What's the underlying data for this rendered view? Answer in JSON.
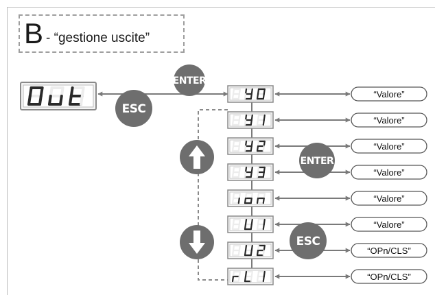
{
  "title": {
    "letter": "B",
    "text": "- “gestione uscite”"
  },
  "main_display": {
    "code": "Out"
  },
  "buttons": {
    "enter": "ENTER",
    "esc": "ESC"
  },
  "icons": {
    "up": "arrow-up-icon",
    "down": "arrow-down-icon"
  },
  "menu": [
    {
      "code": "Y0",
      "value": "“Valore”"
    },
    {
      "code": "Y1",
      "value": "“Valore”"
    },
    {
      "code": "Y2",
      "value": "“Valore”"
    },
    {
      "code": "Y3",
      "value": "“Valore”"
    },
    {
      "code": "ion",
      "value": "“Valore”"
    },
    {
      "code": "U1",
      "value": "“Valore”"
    },
    {
      "code": "U2",
      "value": "“OPn/CLS”"
    },
    {
      "code": "rL1",
      "value": "“OPn/CLS”"
    }
  ],
  "colors": {
    "button": "#6e6e6e",
    "segment_on": "#2a2a2a",
    "segment_off": "#ececec",
    "arrow": "#7a7a7a",
    "dashed": "#8a8a8a"
  }
}
